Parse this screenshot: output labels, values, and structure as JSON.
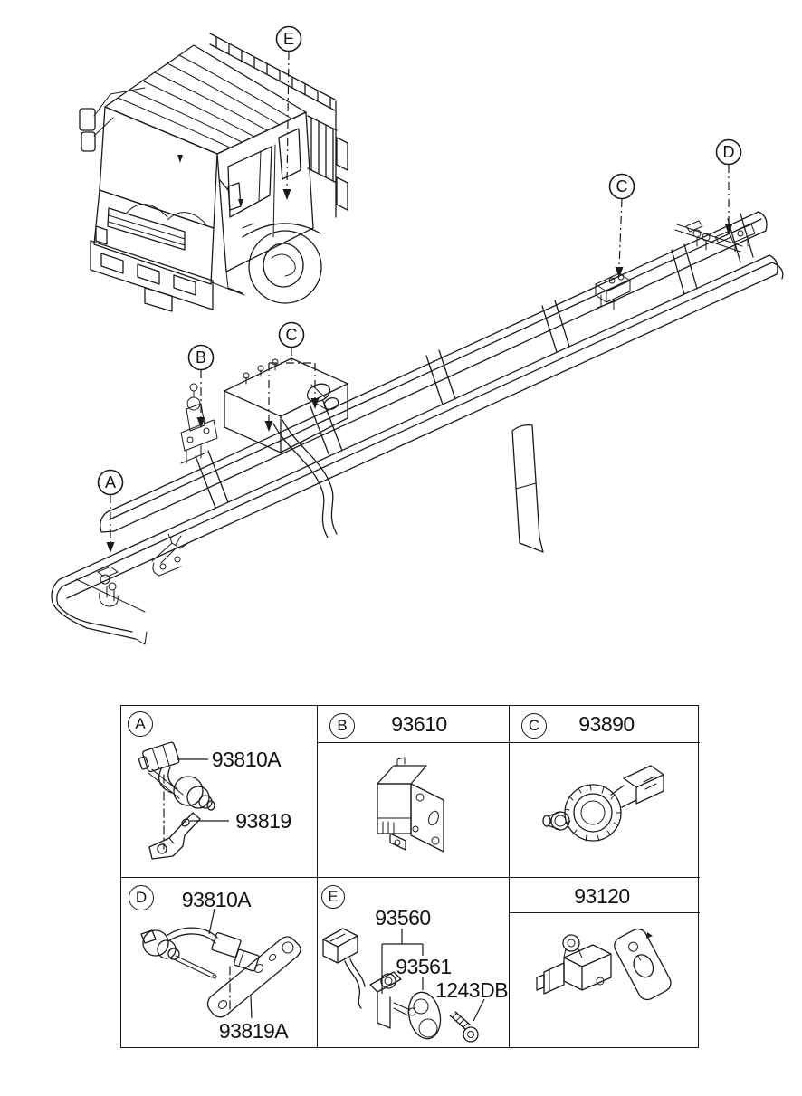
{
  "colors": {
    "line": "#1a1a1a",
    "text": "#111111",
    "background": "#ffffff"
  },
  "diagram": {
    "callouts": {
      "front_a": "A",
      "mid_b": "B",
      "mid_c": "C",
      "rear_c": "C",
      "rear_d": "D",
      "cab_e": "E"
    }
  },
  "table": {
    "cells": {
      "a": {
        "letter": "A",
        "labels": {
          "sensor": "93810A",
          "bracket": "93819"
        }
      },
      "b": {
        "letter": "B",
        "header": "93610"
      },
      "c": {
        "letter": "C",
        "header": "93890"
      },
      "d": {
        "letter": "D",
        "labels": {
          "sensor": "93810A",
          "bracket": "93819A"
        }
      },
      "e": {
        "letter": "E",
        "labels": {
          "switch_assy": "93560",
          "switch": "93561",
          "screw": "1243DB"
        }
      },
      "f": {
        "header": "93120"
      }
    }
  }
}
